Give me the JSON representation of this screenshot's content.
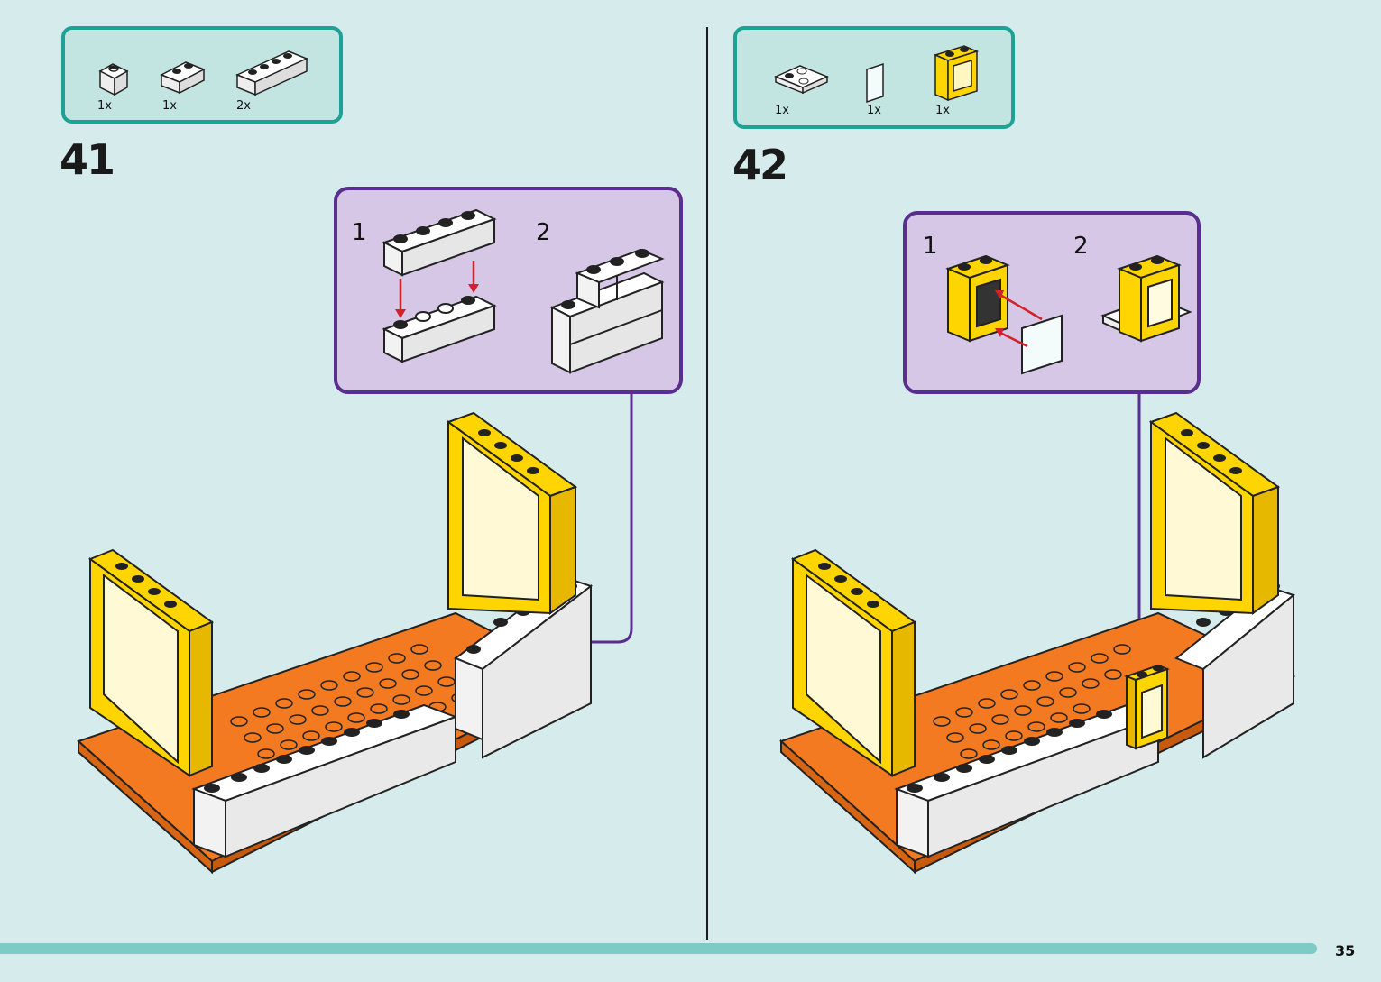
{
  "page": {
    "page_number": "35",
    "colors": {
      "background": "#d6ecec",
      "parts_box_border": "#1fa196",
      "parts_box_fill": "#c2e5e1",
      "callout_border": "#5b2d8e",
      "callout_fill": "#d5c7e5",
      "bar": "#7ecbc5",
      "brick_yellow": "#ffd500",
      "brick_orange": "#f37a21",
      "brick_white": "#ffffff",
      "arrow_red": "#d3202a"
    }
  },
  "steps": [
    {
      "number": "41",
      "parts": [
        {
          "icon": "brick-1x1-white-icon",
          "qty": "1x"
        },
        {
          "icon": "brick-1x2-white-icon",
          "qty": "1x"
        },
        {
          "icon": "brick-1x4-white-icon",
          "qty": "2x"
        }
      ],
      "callout": {
        "sub_steps": [
          {
            "number": "1"
          },
          {
            "number": "2"
          }
        ]
      }
    },
    {
      "number": "42",
      "parts": [
        {
          "icon": "plate-2x2-white-icon",
          "qty": "1x"
        },
        {
          "icon": "glass-pane-icon",
          "qty": "1x"
        },
        {
          "icon": "window-frame-yellow-icon",
          "qty": "1x"
        }
      ],
      "callout": {
        "sub_steps": [
          {
            "number": "1"
          },
          {
            "number": "2"
          }
        ]
      }
    }
  ]
}
